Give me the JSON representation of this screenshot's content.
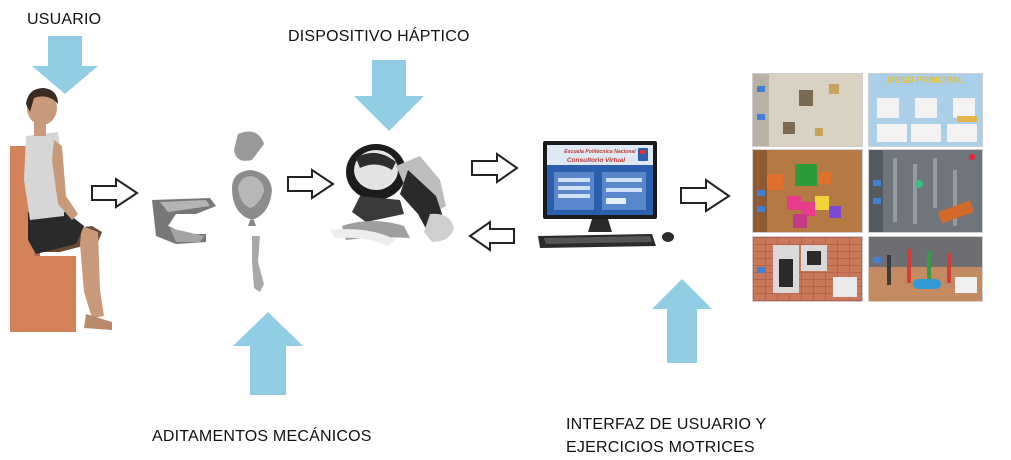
{
  "labels": {
    "user": "USUARIO",
    "haptic_device": "DISPOSITIVO HÁPTICO",
    "mechanical_attachments": "ADITAMENTOS MECÁNICOS",
    "interface_line1": "INTERFAZ DE USUARIO Y",
    "interface_line2": "EJERCICIOS MOTRICES"
  },
  "monitor_screen": {
    "title_line1": "Escuela Politécnica Nacional",
    "title_line2": "Consultorio Virtual"
  },
  "game_thumbnails": {
    "menu_title": "MENÚ PRINCIPAL"
  },
  "colors": {
    "callout_arrow": "#92cde6",
    "flow_arrow_stroke": "#222222",
    "chair": "#d4825a",
    "screen_blue": "#2a5fb0"
  }
}
